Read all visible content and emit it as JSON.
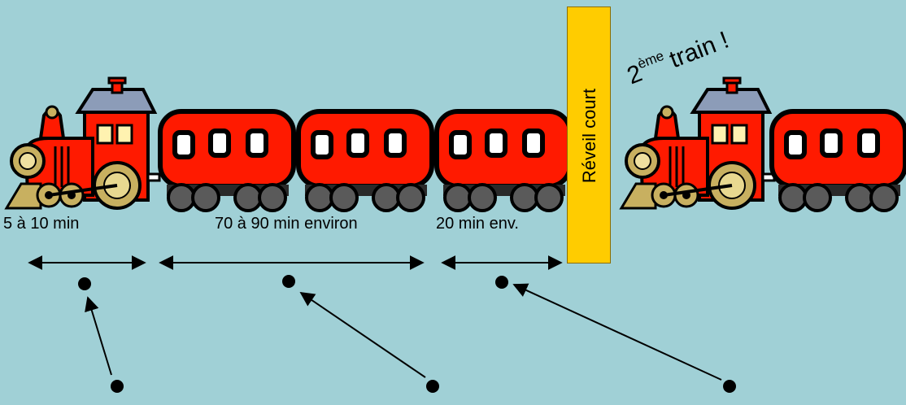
{
  "labels": {
    "phase_1": "5 à 10 min",
    "phase_2": "70 à 90 min environ",
    "phase_3": "20 min env.",
    "banner": "Réveil court",
    "second_train": {
      "num": "2",
      "sup": "ème",
      "rest": "train !"
    }
  },
  "colors": {
    "background": "#a0d0d6",
    "banner": "#ffcc00",
    "body_red": "#ff1a00",
    "roof_blue": "#8c9cb8",
    "brass": "#c8b060",
    "wheel_dark": "#606060"
  },
  "icons": [
    "train-engine-icon",
    "train-carriage-icon",
    "wheel-icon",
    "arrow-icon",
    "dot-icon"
  ]
}
